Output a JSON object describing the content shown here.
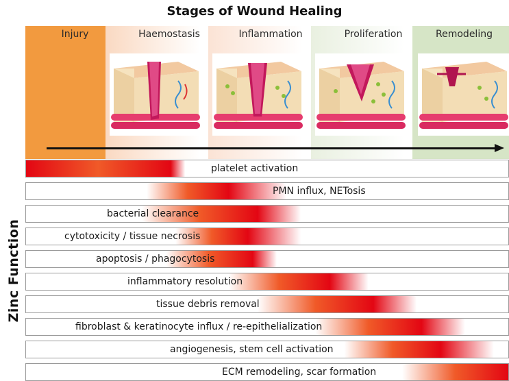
{
  "title": "Stages of Wound Healing",
  "side_label": "Zinc Function",
  "stages": [
    {
      "label": "Injury",
      "color": "#f29a3f"
    },
    {
      "label": "Haemostasis",
      "color": "#fad9c2"
    },
    {
      "label": "Inflammation",
      "color": "#fbe3d5"
    },
    {
      "label": "Proliferation",
      "color": "#e9f0e0"
    },
    {
      "label": "Remodeling",
      "color": "#d6e5c6"
    }
  ],
  "functions": [
    {
      "label": "platelet activation",
      "start": 0.0,
      "peak": 0.3,
      "end": 0.33
    },
    {
      "label": "PMN influx, NETosis",
      "start": 0.25,
      "peak": 0.42,
      "end": 0.54
    },
    {
      "label": "bacterial clearance",
      "start": 0.24,
      "peak": 0.48,
      "end": 0.57
    },
    {
      "label": "cytotoxicity / tissue necrosis",
      "start": 0.31,
      "peak": 0.46,
      "end": 0.57
    },
    {
      "label": "apoptosis / phagocytosis",
      "start": 0.29,
      "peak": 0.47,
      "end": 0.52
    },
    {
      "label": "inflammatory resolution",
      "start": 0.42,
      "peak": 0.63,
      "end": 0.71
    },
    {
      "label": "tissue debris removal",
      "start": 0.48,
      "peak": 0.72,
      "end": 0.81
    },
    {
      "label": "fibroblast & keratinocyte influx / re-epithelialization",
      "start": 0.6,
      "peak": 0.82,
      "end": 0.91
    },
    {
      "label": "angiogenesis, stem cell activation",
      "start": 0.66,
      "peak": 0.86,
      "end": 0.97
    },
    {
      "label": "ECM remodeling, scar formation",
      "start": 0.78,
      "peak": 1.0,
      "end": 1.0
    }
  ],
  "colors": {
    "gradient_hot": "#e30613",
    "gradient_mid": "#f05a28",
    "injury": "#f29a3f"
  }
}
